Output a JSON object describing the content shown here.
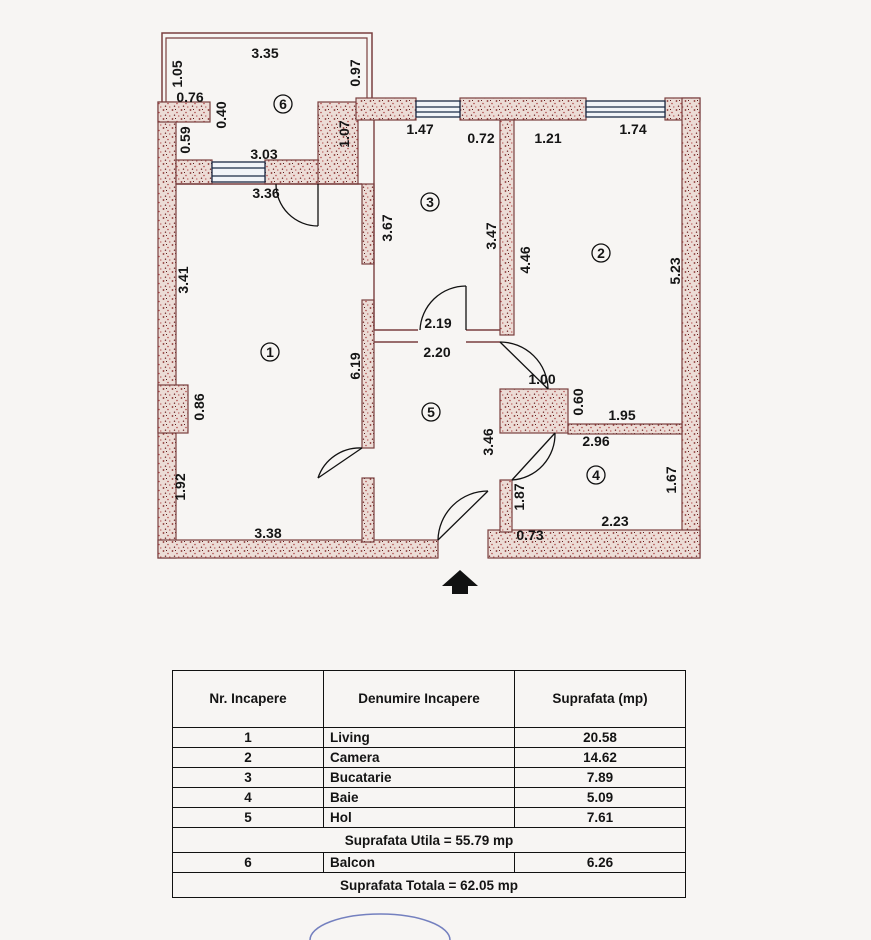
{
  "rooms": [
    {
      "nr": "1",
      "name": "Living",
      "area": "20.58"
    },
    {
      "nr": "2",
      "name": "Camera",
      "area": "14.62"
    },
    {
      "nr": "3",
      "name": "Bucatarie",
      "area": "7.89"
    },
    {
      "nr": "4",
      "name": "Baie",
      "area": "5.09"
    },
    {
      "nr": "5",
      "name": "Hol",
      "area": "7.61"
    },
    {
      "nr": "6",
      "name": "Balcon",
      "area": "6.26"
    }
  ],
  "table": {
    "header_nr": "Nr. Incapere",
    "header_name": "Denumire Incapere",
    "header_area": "Suprafata (mp)",
    "useful_area": "Suprafata Utila = 55.79 mp",
    "total_area": "Suprafata Totala = 62.05 mp"
  },
  "dimensions": {
    "balcony_top": "3.35",
    "balcony_left_upper": "1.05",
    "balcony_right": "0.97",
    "balcony_076": "0.76",
    "balcony_040": "0.40",
    "balcony_059": "0.59",
    "balcony_303": "3.03",
    "balcony_107": "1.07",
    "living_top": "3.36",
    "living_left_upper": "3.41",
    "living_086": "0.86",
    "living_left_lower": "1.92",
    "living_bottom": "3.38",
    "living_right": "6.19",
    "kitchen_147": "1.47",
    "kitchen_367": "3.67",
    "kitchen_347": "3.47",
    "kitchen_219": "2.19",
    "wall_072": "0.72",
    "room2_121": "1.21",
    "room2_174": "1.74",
    "room2_446": "4.46",
    "room2_523": "5.23",
    "room2_195": "1.95",
    "hall_220": "2.20",
    "hall_100": "1.00",
    "hall_060": "0.60",
    "hall_346": "3.46",
    "bath_296": "2.96",
    "bath_187": "1.87",
    "bath_167": "1.67",
    "bath_223": "2.23",
    "bath_073": "0.73"
  },
  "colors": {
    "wall_fill": "#e9d6d0",
    "wall_speckle": "#8a2f2f",
    "line": "#111111"
  }
}
